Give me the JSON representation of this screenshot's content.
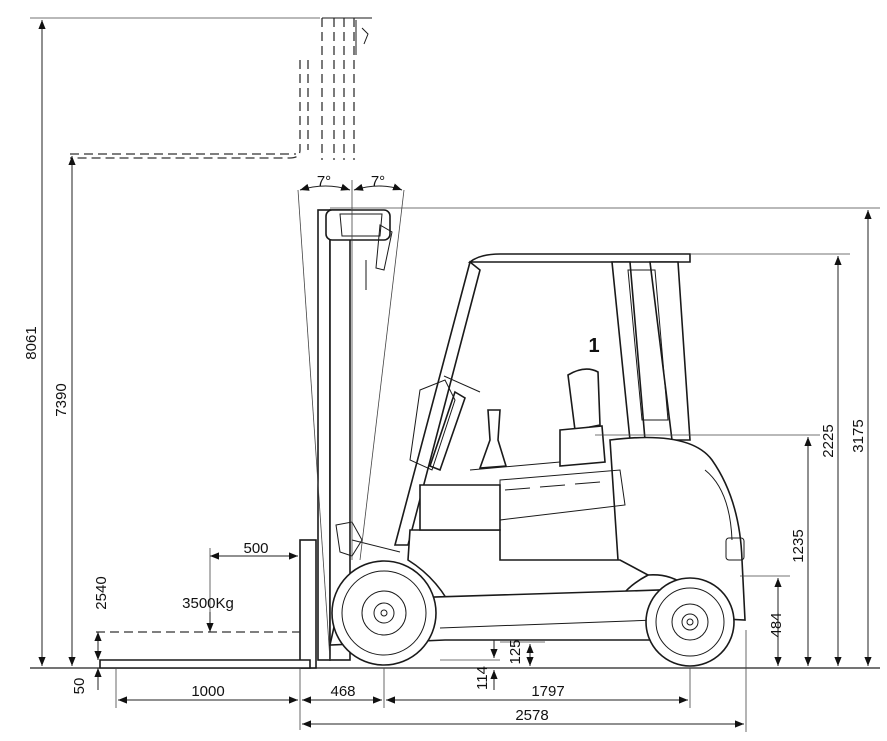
{
  "labels": {
    "callout": "1",
    "angle_left": "7°",
    "angle_right": "7°",
    "load_center": "500",
    "capacity": "3500Kg"
  },
  "dimensions": {
    "max_fork_height": "8061",
    "max_lift_height": "7390",
    "lift_indication": "2540",
    "fork_lowered": "50",
    "fork_length": "1000",
    "front_overhang": "468",
    "wheelbase": "1797",
    "overall_length": "2578",
    "ground_clearance_mast": "114",
    "ground_clearance_center": "125",
    "tow_height": "484",
    "seat_height": "1235",
    "overhead_guard_height": "2225",
    "mast_lowered_height": "3175"
  }
}
